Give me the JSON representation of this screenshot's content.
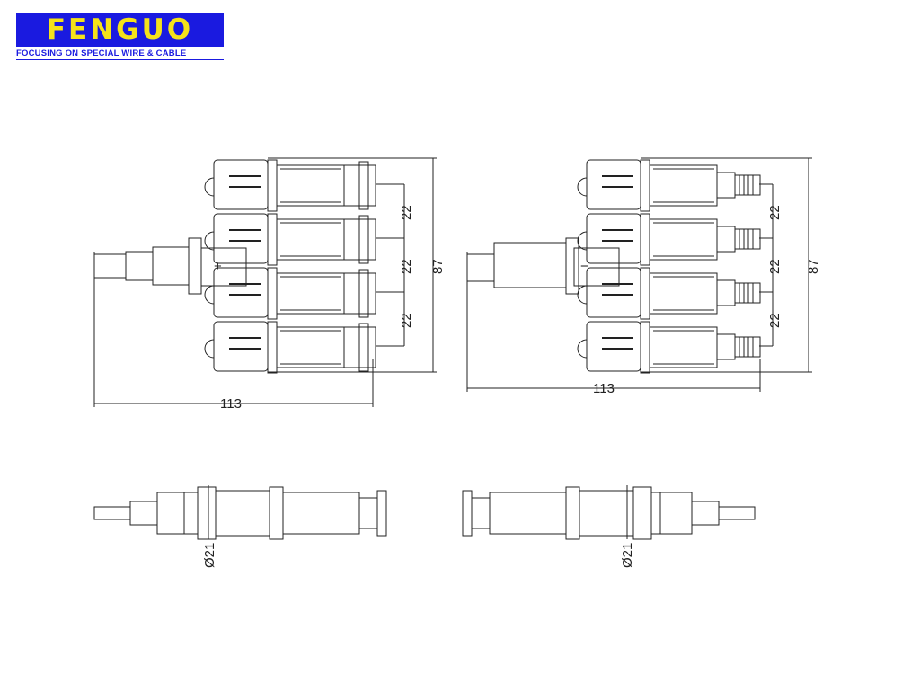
{
  "logo": {
    "brand": "FENGUO",
    "tagline": "FOCUSING ON SPECIAL WIRE & CABLE",
    "background": "#1a1ae0",
    "text_color": "#f5e21a"
  },
  "drawings": {
    "male_branch": {
      "polarity": "+",
      "width_dim": "113",
      "height_dim": "87",
      "pitch_dims": [
        "22",
        "22",
        "22"
      ],
      "diameter_dim": "Ø21"
    },
    "female_branch": {
      "polarity": "−",
      "width_dim": "113",
      "height_dim": "87",
      "pitch_dims": [
        "22",
        "22",
        "22"
      ],
      "diameter_dim": "Ø21"
    }
  }
}
